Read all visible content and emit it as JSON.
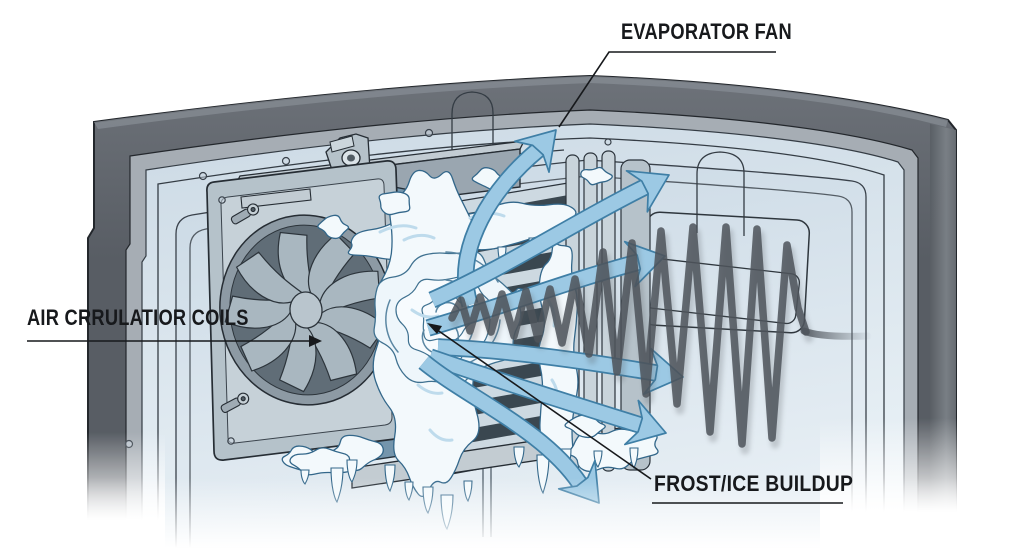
{
  "diagram": {
    "labels": {
      "evaporator_fan": "EVAPORATOR FAN",
      "air_circulation_coils": "AIR CRRULATIOR COILS",
      "frost_ice_buildup": "FROST/ICE BUILDUP"
    },
    "colors": {
      "cabinet_dark": "#61666d",
      "cabinet_mid": "#a6adb4",
      "panel_light": "#dbe6ee",
      "shroud_steel_blue": "#7495ac",
      "coil_slat_dark": "#3a4750",
      "frost_white": "#f3f9fc",
      "frost_outline": "#33678a",
      "arrow_fill": "#9cc9e4",
      "arrow_outline": "#3f7fa6",
      "zigzag_gray": "#4e545b",
      "label_text": "#17191c"
    }
  }
}
